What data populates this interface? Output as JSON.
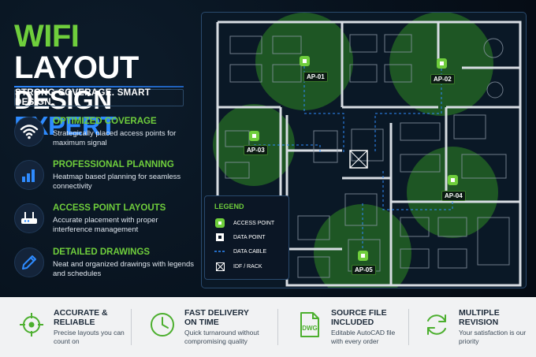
{
  "title": {
    "line1_a": "WIFI",
    "line1_b": "LAYOUT",
    "line2_a": "DESIGN",
    "line2_b": "EXPERT"
  },
  "tagline": "STRONG COVERAGE. SMART DESIGN.",
  "features": [
    {
      "icon": "wifi-icon",
      "title": "OPTIMIZED COVERAGE",
      "desc": "Strategically placed access points for maximum signal"
    },
    {
      "icon": "signal-bars-icon",
      "title": "PROFESSIONAL PLANNING",
      "desc": "Heatmap based planning for seamless connectivity"
    },
    {
      "icon": "router-icon",
      "title": "ACCESS POINT LAYOUTS",
      "desc": "Accurate placement with proper interference management"
    },
    {
      "icon": "pencil-icon",
      "title": "DETAILED DRAWINGS",
      "desc": "Neat and organized drawings with legends and schedules"
    }
  ],
  "access_points": [
    "AP-01",
    "AP-02",
    "AP-03",
    "AP-04",
    "AP-05"
  ],
  "legend": {
    "title": "LEGEND",
    "items": [
      "ACCESS POINT",
      "DATA POINT",
      "DATA CABLE",
      "IDF / RACK"
    ]
  },
  "benefits": [
    {
      "icon": "target-icon",
      "title": "ACCURATE & RELIABLE",
      "desc": "Precise layouts you can count on"
    },
    {
      "icon": "clock-icon",
      "title": "FAST DELIVERY ON TIME",
      "desc": "Quick turnaround without compromising quality"
    },
    {
      "icon": "dwg-file-icon",
      "title": "SOURCE FILE INCLUDED",
      "icon_text": "DWG",
      "desc": "Editable AutoCAD file with every order"
    },
    {
      "icon": "refresh-icon",
      "title": "MULTIPLE REVISION",
      "desc": "Your satisfaction is our priority"
    }
  ],
  "colors": {
    "accent_green": "#6fce3c",
    "accent_blue": "#2e8bff",
    "background": "#07111c"
  }
}
